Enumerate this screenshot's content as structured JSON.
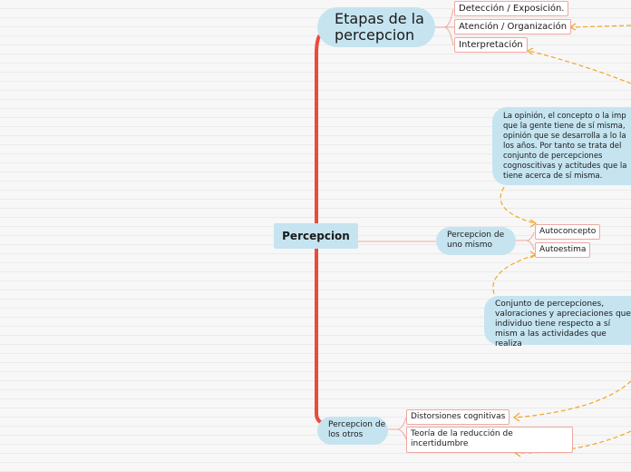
{
  "map": {
    "root": "Percepcion",
    "etapas": {
      "title": "Etapas de la percepcion",
      "items": [
        "Detección / Exposición.",
        "Atención / Organización",
        "Interpretación"
      ]
    },
    "self": {
      "title": "Percepcion de uno mismo",
      "items": [
        "Autoconcepto",
        "Autoestima"
      ],
      "autoconcepto_note": "La opinión, el concepto o la imp que la gente tiene de sí misma, opinión que se desarrolla a lo la los años. Por tanto se trata del conjunto de percepciones cognoscitivas y actitudes que la tiene acerca de sí misma.",
      "autoestima_note": "Conjunto de percepciones, valoraciones y apreciaciones que individuo tiene respecto a sí mism a las actividades que realiza"
    },
    "others": {
      "title": "Percepcion de los otros",
      "items": [
        "Distorsiones cognitivas",
        "Teoría de la reducción de incertidumbre"
      ]
    }
  },
  "colors": {
    "trunk": "#e84c3d",
    "connector": "#f0a8a0",
    "dashed": "#f5a623",
    "bubble": "#c5e4f0"
  }
}
